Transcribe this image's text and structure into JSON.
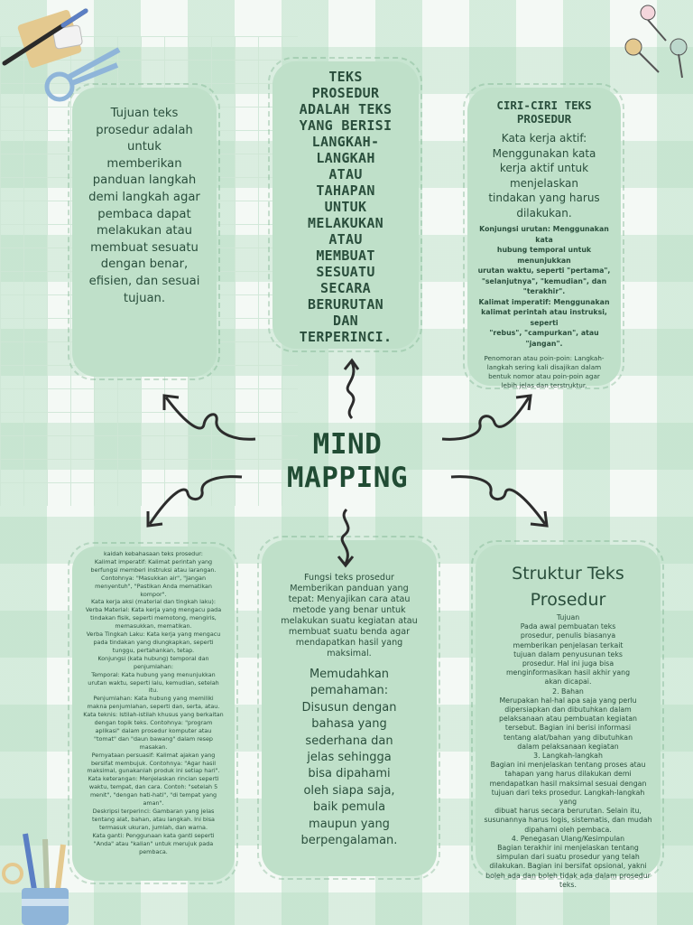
{
  "title": [
    "MIND",
    "MAPPING"
  ],
  "cards": {
    "purpose": [
      "Tujuan teks",
      "prosedur adalah",
      "untuk",
      "memberikan",
      "panduan langkah",
      "demi langkah agar",
      "pembaca dapat",
      "melakukan atau",
      "membuat sesuatu",
      "dengan benar,",
      "efisien, dan sesuai",
      "tujuan."
    ],
    "definition": [
      "TEKS",
      "PROSEDUR",
      "ADALAH TEKS",
      "YANG BERISI",
      "LANGKAH-",
      "LANGKAH",
      "ATAU",
      "TAHAPAN",
      "UNTUK",
      "MELAKUKAN",
      "ATAU",
      "MEMBUAT",
      "SESUATU",
      "SECARA",
      "BERURUTAN",
      "DAN",
      "TERPERINCI."
    ],
    "features": {
      "heading": [
        "CIRI-CIRI TEKS",
        "PROSEDUR"
      ],
      "main": [
        "Kata kerja aktif:",
        "Menggunakan kata",
        "kerja aktif untuk",
        "menjelaskan",
        "tindakan yang harus",
        "dilakukan."
      ],
      "bold": [
        "Konjungsi urutan: Menggunakan kata",
        "hubung temporal untuk menunjukkan",
        "urutan waktu, seperti \"pertama\",",
        "\"selanjutnya\", \"kemudian\", dan",
        "\"terakhir\".",
        "Kalimat imperatif: Menggunakan",
        "kalimat perintah atau instruksi, seperti",
        "\"rebus\", \"campurkan\", atau \"jangan\"."
      ],
      "small": [
        "Penomoran atau poin-poin: Langkah-",
        "langkah sering kali disajikan dalam",
        "bentuk nomor atau poin-poin agar",
        "lebih jelas dan terstruktur."
      ]
    },
    "language": [
      "kaidah kebahasaan teks prosedur:",
      "Kalimat imperatif: Kalimat perintah yang",
      "berfungsi memberi instruksi atau larangan.",
      "Contohnya: \"Masukkan air\", \"Jangan",
      "menyentuh\", \"Pastikan Anda mematikan",
      "kompor\".",
      "Kata kerja aksi (material dan tingkah laku):",
      "Verba Material: Kata kerja yang mengacu pada",
      "tindakan fisik, seperti memotong, mengiris,",
      "memasukkan, mematikan.",
      "Verba Tingkah Laku: Kata kerja yang mengacu",
      "pada tindakan yang diungkapkan, seperti",
      "tunggu, pertahankan, tetap.",
      "Konjungsi (kata hubung) temporal dan",
      "penjumlahan:",
      "Temporal: Kata hubung yang menunjukkan",
      "urutan waktu, seperti lalu, kemudian, setelah",
      "itu.",
      "Penjumlahan: Kata hubung yang memiliki",
      "makna penjumlahan, seperti dan, serta, atau.",
      "Kata teknis: Istilah-istilah khusus yang berkaitan",
      "dengan topik teks. Contohnya: \"program",
      "aplikasi\" dalam prosedur komputer atau",
      "\"tomat\" dan \"daun bawang\" dalam resep",
      "masakan.",
      "Pernyataan persuasif: Kalimat ajakan yang",
      "bersifat membujuk. Contohnya: \"Agar hasil",
      "maksimal, gunakanlah produk ini setiap hari\".",
      "Kata keterangan: Menjelaskan rincian seperti",
      "waktu, tempat, dan cara. Contoh: \"setelah 5",
      "menit\", \"dengan hati-hati\", \"di tempat yang",
      "aman\".",
      "Deskripsi terperinci: Gambaran yang jelas",
      "tentang alat, bahan, atau langkah. Ini bisa",
      "termasuk ukuran, jumlah, dan warna.",
      "Kata ganti: Penggunaan kata ganti seperti",
      "\"Anda\" atau \"kalian\" untuk merujuk pada",
      "pembaca."
    ],
    "function": {
      "small": [
        "Fungsi teks prosedur",
        "Memberikan panduan yang",
        "tepat: Menyajikan cara atau",
        "metode yang benar untuk",
        "melakukan suatu kegiatan atau",
        "membuat suatu benda agar",
        "mendapatkan hasil yang",
        "maksimal."
      ],
      "big": [
        "Memudahkan",
        "pemahaman:",
        "Disusun dengan",
        "bahasa yang",
        "sederhana dan",
        "jelas sehingga",
        "bisa dipahami",
        "oleh siapa saja,",
        "baik pemula",
        "maupun yang",
        "berpengalaman."
      ]
    },
    "structure": {
      "heading": [
        "Struktur Teks",
        "Prosedur"
      ],
      "body": [
        "Tujuan",
        "Pada awal pembuatan teks",
        "prosedur, penulis biasanya",
        "memberikan penjelasan terkait",
        "tujuan dalam penyusunan teks",
        "prosedur. Hal ini juga bisa",
        "menginformasikan hasil akhir yang",
        "akan dicapai.",
        "2. Bahan",
        "Merupakan hal-hal apa saja yang perlu",
        "dipersiapkan dan dibutuhkan dalam",
        "pelaksanaan atau pembuatan kegiatan",
        "tersebut. Bagian ini berisi informasi",
        "tentang alat/bahan yang dibutuhkan",
        "dalam pelaksanaan kegiatan",
        "3. Langkah-langkah",
        "Bagian ini menjelaskan tentang proses atau",
        "tahapan yang harus dilakukan demi",
        "mendapatkan hasil maksimal sesuai dengan",
        "tujuan dari teks prosedur. Langkah-langkah yang",
        "dibuat harus secara berurutan. Selain itu,",
        "susunannya harus logis, sistematis, dan mudah",
        "dipahami oleh pembaca.",
        "4. Penegasan Ulang/Kesimpulan",
        "Bagian terakhir ini menjelaskan tentang",
        "simpulan dari suatu prosedur yang telah",
        "dilakukan. Bagian ini bersifat opsional, yakni",
        "boleh ada dan boleh tidak ada dalam prosedur",
        "teks."
      ]
    }
  },
  "colors": {
    "card": "#bfe0c9",
    "text": "#234a37",
    "title": "#214c34",
    "arrow": "#2c2c2c"
  }
}
